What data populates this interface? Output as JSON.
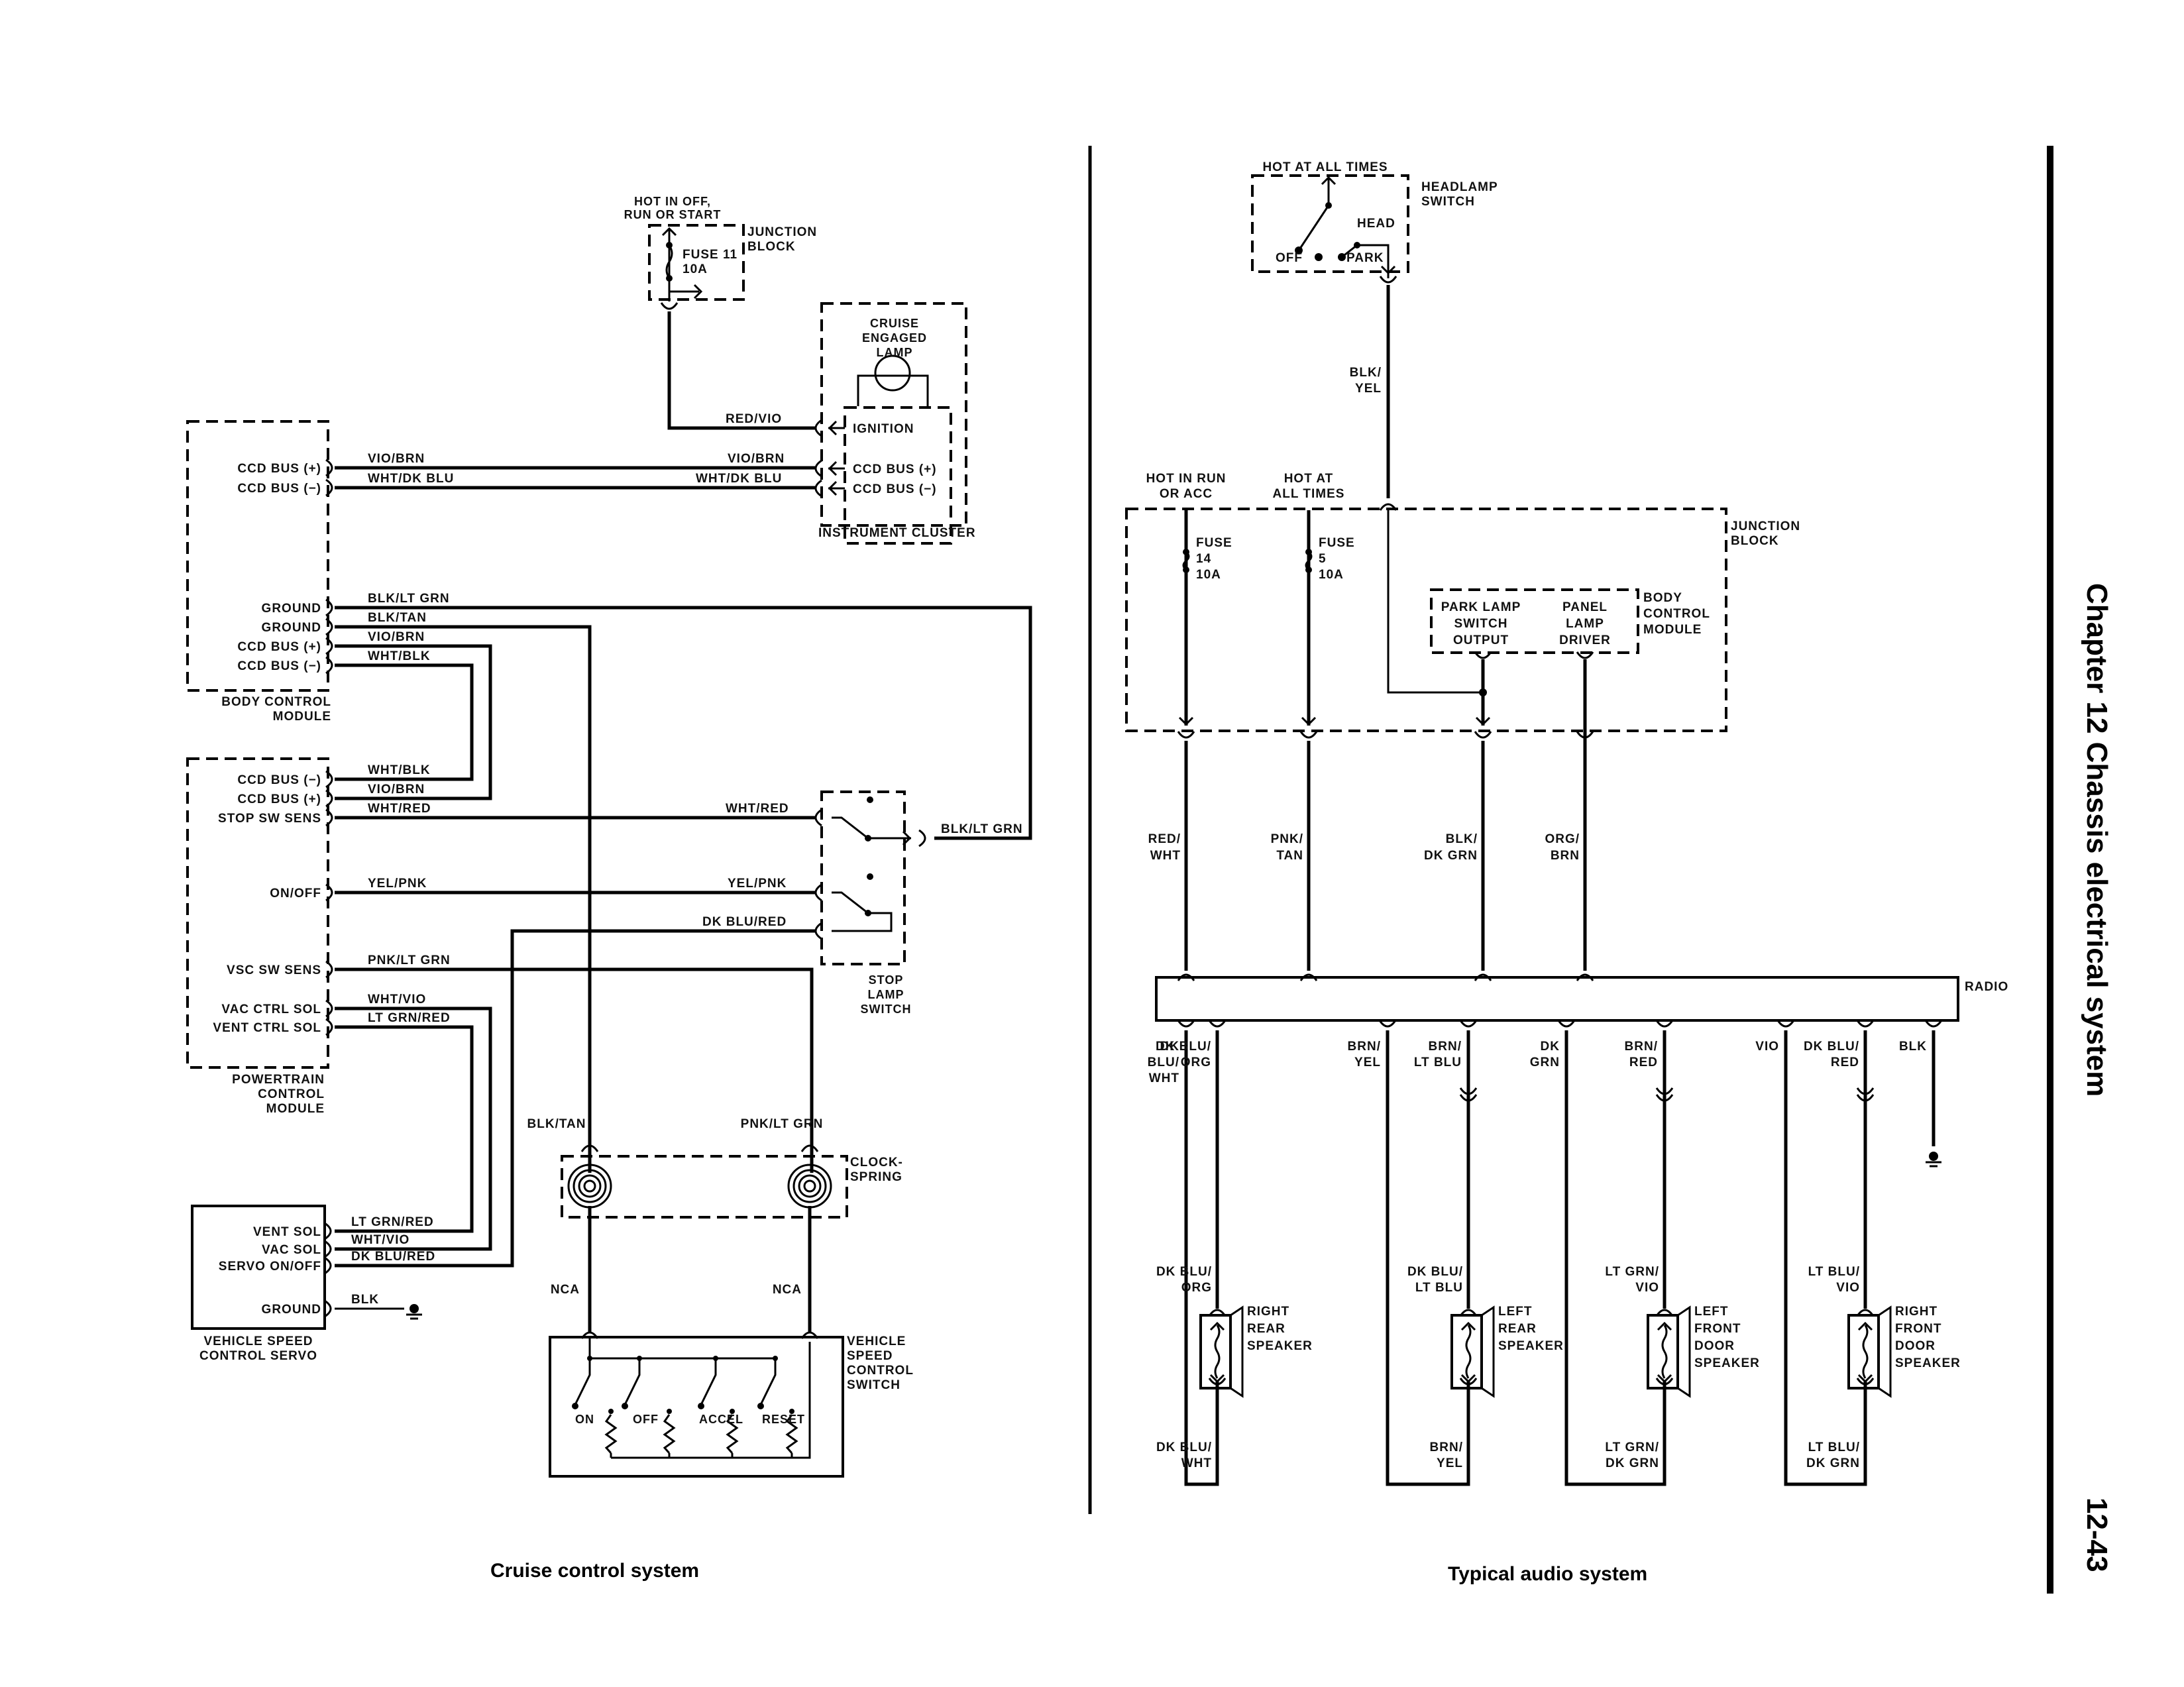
{
  "page": {
    "chapter_title": "Chapter 12  Chassis electrical system",
    "page_number": "12-43",
    "left_caption": "Cruise control system",
    "right_caption": "Typical audio system"
  },
  "cruise": {
    "hot_label": [
      "HOT IN OFF,",
      "RUN OR START"
    ],
    "junction_block": {
      "label": [
        "JUNCTION",
        "BLOCK"
      ],
      "fuse": [
        "FUSE 11",
        "10A"
      ]
    },
    "instrument_cluster": {
      "label": "INSTRUMENT CLUSTER",
      "lamp_label": [
        "CRUISE",
        "ENGAGED",
        "LAMP"
      ],
      "pins": [
        "IGNITION",
        "CCD BUS (+)",
        "CCD BUS (−)"
      ]
    },
    "wires_top": {
      "red_vio": "RED/VIO",
      "vio_brn": "VIO/BRN",
      "wht_dkblu": "WHT/DK BLU"
    },
    "body_control_module": {
      "label": [
        "BODY CONTROL",
        "MODULE"
      ],
      "pins": [
        "CCD BUS (+)",
        "CCD BUS (−)",
        "GROUND",
        "GROUND",
        "CCD BUS (+)",
        "CCD BUS (−)"
      ],
      "wires": [
        "VIO/BRN",
        "WHT/DK BLU",
        "BLK/LT GRN",
        "BLK/TAN",
        "VIO/BRN",
        "WHT/BLK"
      ]
    },
    "powertrain_control_module": {
      "label": [
        "POWERTRAIN",
        "CONTROL",
        "MODULE"
      ],
      "pins": [
        "CCD BUS (−)",
        "CCD BUS (+)",
        "STOP SW SENS",
        "ON/OFF",
        "VSC SW SENS",
        "VAC CTRL SOL",
        "VENT CTRL SOL"
      ],
      "wires": [
        "WHT/BLK",
        "VIO/BRN",
        "WHT/RED",
        "YEL/PNK",
        "PNK/LT GRN",
        "WHT/VIO",
        "LT GRN/RED"
      ]
    },
    "stop_lamp_switch": {
      "label": [
        "STOP",
        "LAMP",
        "SWITCH"
      ],
      "wires_in": [
        "WHT/RED",
        "YEL/PNK",
        "DK BLU/RED"
      ],
      "wire_out": "BLK/LT GRN"
    },
    "clockspring": {
      "label": [
        "CLOCK-",
        "SPRING"
      ],
      "wire_left": "BLK/TAN",
      "wire_right": "PNK/LT GRN",
      "nca_left": "NCA",
      "nca_right": "NCA"
    },
    "servo": {
      "label": [
        "VEHICLE SPEED",
        "CONTROL SERVO"
      ],
      "pins": [
        "VENT SOL",
        "VAC SOL",
        "SERVO ON/OFF",
        "GROUND"
      ],
      "wires": [
        "LT GRN/RED",
        "WHT/VIO",
        "DK BLU/RED",
        "BLK"
      ]
    },
    "speed_switch": {
      "label": [
        "VEHICLE",
        "SPEED",
        "CONTROL",
        "SWITCH"
      ],
      "positions": [
        "ON",
        "OFF",
        "ACCEL",
        "RESET"
      ]
    }
  },
  "audio": {
    "headlamp_switch": {
      "hot_label": "HOT AT ALL TIMES",
      "label": [
        "HEADLAMP",
        "SWITCH"
      ],
      "positions": [
        "OFF",
        "PARK",
        "HEAD"
      ],
      "wire": [
        "BLK/",
        "YEL"
      ]
    },
    "hot_run": [
      "HOT IN RUN",
      "OR ACC"
    ],
    "hot_all": [
      "HOT AT",
      "ALL TIMES"
    ],
    "junction_block": {
      "label": [
        "JUNCTION",
        "BLOCK"
      ],
      "fuse14": [
        "FUSE",
        "14",
        "10A"
      ],
      "fuse5": [
        "FUSE",
        "5",
        "10A"
      ]
    },
    "bcm": {
      "label": [
        "BODY",
        "CONTROL",
        "MODULE"
      ],
      "park": [
        "PARK LAMP",
        "SWITCH",
        "OUTPUT"
      ],
      "panel": [
        "PANEL",
        "LAMP",
        "DRIVER"
      ]
    },
    "radio_inputs": [
      [
        "RED/",
        "WHT"
      ],
      [
        "PNK/",
        "TAN"
      ],
      [
        "BLK/",
        "DK GRN"
      ],
      [
        "ORG/",
        "BRN"
      ]
    ],
    "radio_label": "RADIO",
    "radio_outputs": [
      [
        "DK",
        "BLU/",
        "WHT"
      ],
      [
        "DK BLU/",
        "ORG"
      ],
      [
        "BRN/",
        "YEL"
      ],
      [
        "BRN/",
        "LT BLU"
      ],
      [
        "DK",
        "GRN"
      ],
      [
        "BRN/",
        "RED"
      ],
      [
        "VIO"
      ],
      [
        "DK BLU/",
        "RED"
      ],
      [
        "BLK"
      ]
    ],
    "speakers": [
      {
        "name": [
          "RIGHT",
          "REAR",
          "SPEAKER"
        ],
        "top_wire": [
          "DK BLU/",
          "ORG"
        ],
        "bottom_wire": [
          "DK BLU/",
          "WHT"
        ]
      },
      {
        "name": [
          "LEFT",
          "REAR",
          "SPEAKER"
        ],
        "top_wire": [
          "DK BLU/",
          "LT BLU"
        ],
        "bottom_wire": [
          "BRN/",
          "YEL"
        ]
      },
      {
        "name": [
          "LEFT",
          "FRONT",
          "DOOR",
          "SPEAKER"
        ],
        "top_wire": [
          "LT GRN/",
          "VIO"
        ],
        "bottom_wire": [
          "LT GRN/",
          "DK GRN"
        ]
      },
      {
        "name": [
          "RIGHT",
          "FRONT",
          "DOOR",
          "SPEAKER"
        ],
        "top_wire": [
          "LT BLU/",
          "VIO"
        ],
        "bottom_wire": [
          "LT BLU/",
          "DK GRN"
        ]
      }
    ]
  }
}
